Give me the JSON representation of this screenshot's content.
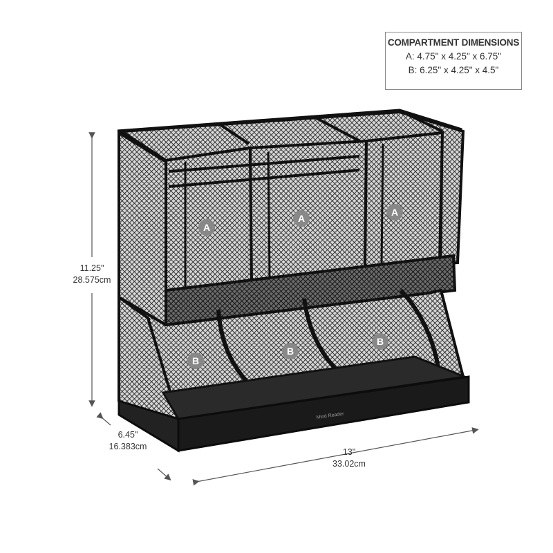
{
  "compartment_box": {
    "title": "COMPARTMENT DIMENSIONS",
    "line_a": "A: 4.75\" x 4.25\" x 6.75\"",
    "line_b": "B: 6.25\" x 4.25\" x 4.5\""
  },
  "dimensions": {
    "height_in": "11.25\"",
    "height_cm": "28.575cm",
    "depth_in": "6.45\"",
    "depth_cm": "16.383cm",
    "width_in": "13\"",
    "width_cm": "33.02cm"
  },
  "compartment_labels": {
    "top": [
      "A",
      "A",
      "A"
    ],
    "bottom": [
      "B",
      "B",
      "B"
    ]
  },
  "brand": "Mind Reader"
}
